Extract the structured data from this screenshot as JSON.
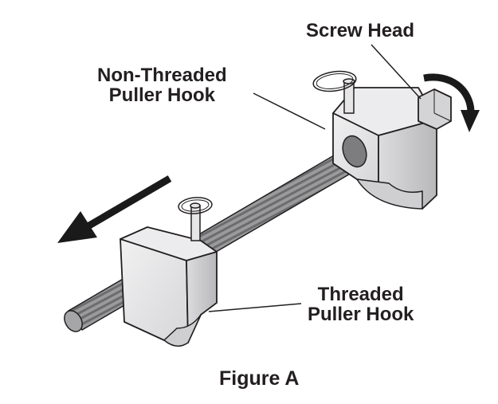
{
  "labels": {
    "screw_head": "Screw Head",
    "non_threaded": "Non-Threaded\nPuller Hook",
    "threaded": "Threaded\nPuller Hook"
  },
  "caption": "Figure A",
  "colors": {
    "outline": "#231f20",
    "metal_light": "#e9e9ea",
    "metal_mid": "#c9c9cb",
    "metal_dark": "#9c9c9e",
    "rod": "#8a8a8c",
    "arrow": "#1a1a1a"
  },
  "icons": {
    "direction_arrow": "arrow-left-down-icon",
    "rotation_arrow": "curved-arrow-clockwise-icon"
  }
}
